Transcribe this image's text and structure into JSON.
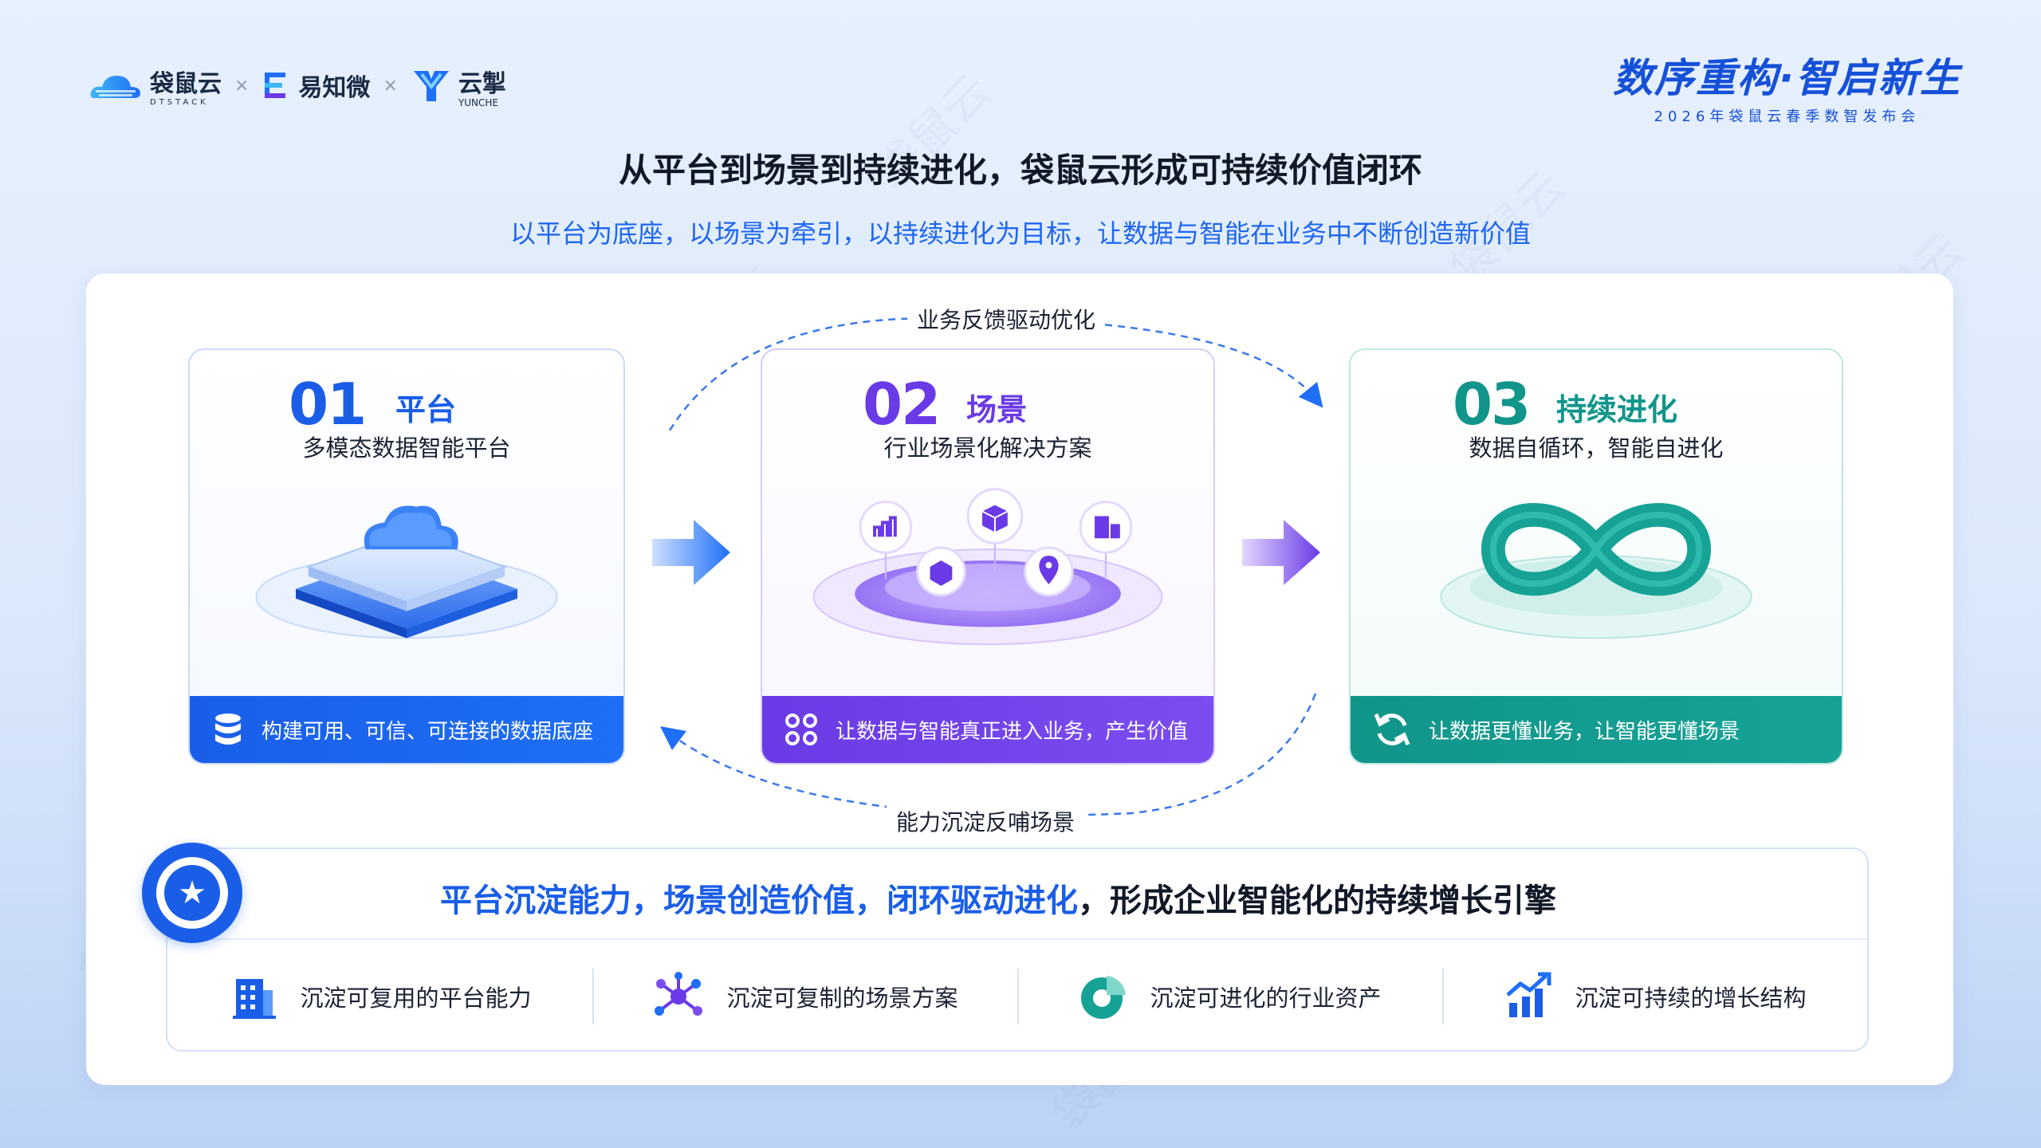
{
  "header": {
    "logos": [
      {
        "name": "袋鼠云",
        "sub": "DTSTACK"
      },
      {
        "name": "易知微"
      },
      {
        "name": "云掣",
        "sub": "YUNCHE"
      }
    ],
    "separator": "×",
    "event_title": "数序重构·智启新生",
    "event_subtitle": "2026年袋鼠云春季数智发布会"
  },
  "title": "从平台到场景到持续进化，袋鼠云形成可持续价值闭环",
  "subtitle": "以平台为底座，以场景为牵引，以持续进化为目标，让数据与智能在业务中不断创造新价值",
  "cards": [
    {
      "num": "01",
      "name": "平台",
      "desc": "多模态数据智能平台",
      "footer": "构建可用、可信、可连接的数据底座",
      "color": "#1a5ee8"
    },
    {
      "num": "02",
      "name": "场景",
      "desc": "行业场景化解决方案",
      "footer": "让数据与智能真正进入业务，产生价值",
      "color": "#6a3ae6"
    },
    {
      "num": "03",
      "name": "持续进化",
      "desc": "数据自循环，智能自进化",
      "footer": "让数据更懂业务，让智能更懂场景",
      "color": "#11958a"
    }
  ],
  "loops": {
    "top": "业务反馈驱动优化",
    "bottom": "能力沉淀反哺场景"
  },
  "summary": {
    "highlight": "平台沉淀能力，场景创造价值，闭环驱动进化",
    "rest": "，形成企业智能化的持续增长引擎",
    "assets": [
      {
        "label": "沉淀可复用的平台能力",
        "icon": "building-icon"
      },
      {
        "label": "沉淀可复制的场景方案",
        "icon": "network-icon"
      },
      {
        "label": "沉淀可进化的行业资产",
        "icon": "pie-chart-icon"
      },
      {
        "label": "沉淀可持续的增长结构",
        "icon": "growth-chart-icon"
      }
    ]
  },
  "watermark": "袋鼠云"
}
